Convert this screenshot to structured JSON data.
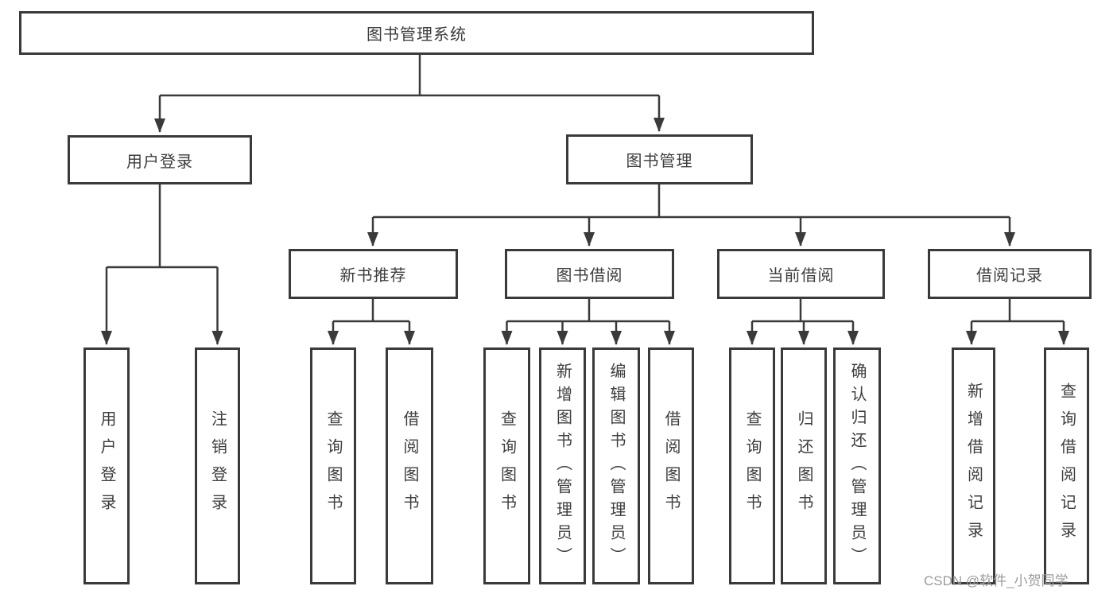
{
  "diagram": {
    "type": "tree",
    "title": "图书管理系统",
    "tree": {
      "label": "图书管理系统",
      "children": [
        {
          "label": "用户登录",
          "children": [
            {
              "label": "用户登录"
            },
            {
              "label": "注销登录"
            }
          ]
        },
        {
          "label": "图书管理",
          "children": [
            {
              "label": "新书推荐",
              "children": [
                {
                  "label": "查询图书"
                },
                {
                  "label": "借阅图书"
                }
              ]
            },
            {
              "label": "图书借阅",
              "children": [
                {
                  "label": "查询图书"
                },
                {
                  "label": "新增图书（管理员）"
                },
                {
                  "label": "编辑图书（管理员）"
                },
                {
                  "label": "借阅图书"
                }
              ]
            },
            {
              "label": "当前借阅",
              "children": [
                {
                  "label": "查询图书"
                },
                {
                  "label": "归还图书"
                },
                {
                  "label": "确认归还（管理员）"
                }
              ]
            },
            {
              "label": "借阅记录",
              "children": [
                {
                  "label": "新增借阅记录"
                },
                {
                  "label": "查询借阅记录"
                }
              ]
            }
          ]
        }
      ]
    },
    "watermark": "CSDN @软件_小贺同学",
    "colors": {
      "line": "#3a3a3a",
      "box_border": "#3a3a3a",
      "text": "#3d3d3d",
      "watermark": "#9b9b9b",
      "background": "#ffffff"
    }
  }
}
